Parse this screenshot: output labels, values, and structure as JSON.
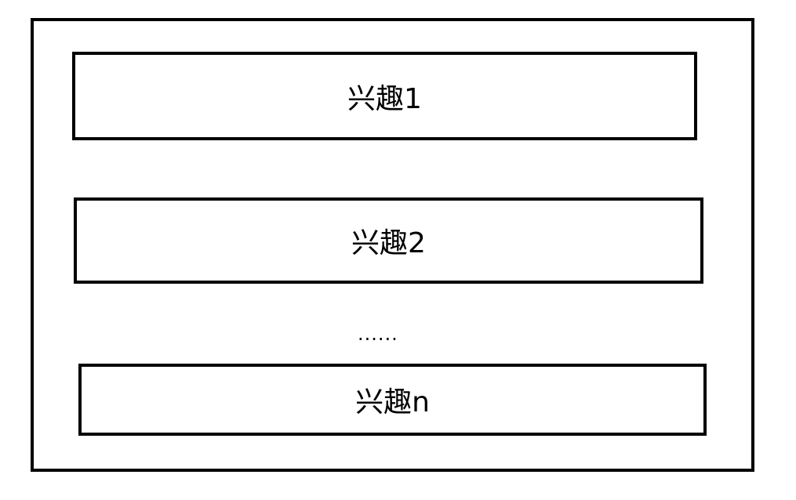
{
  "diagram": {
    "container_label": "",
    "items": [
      {
        "label": "兴趣1"
      },
      {
        "label": "兴趣2"
      },
      {
        "label": "兴趣n"
      }
    ],
    "ellipsis": "......"
  }
}
